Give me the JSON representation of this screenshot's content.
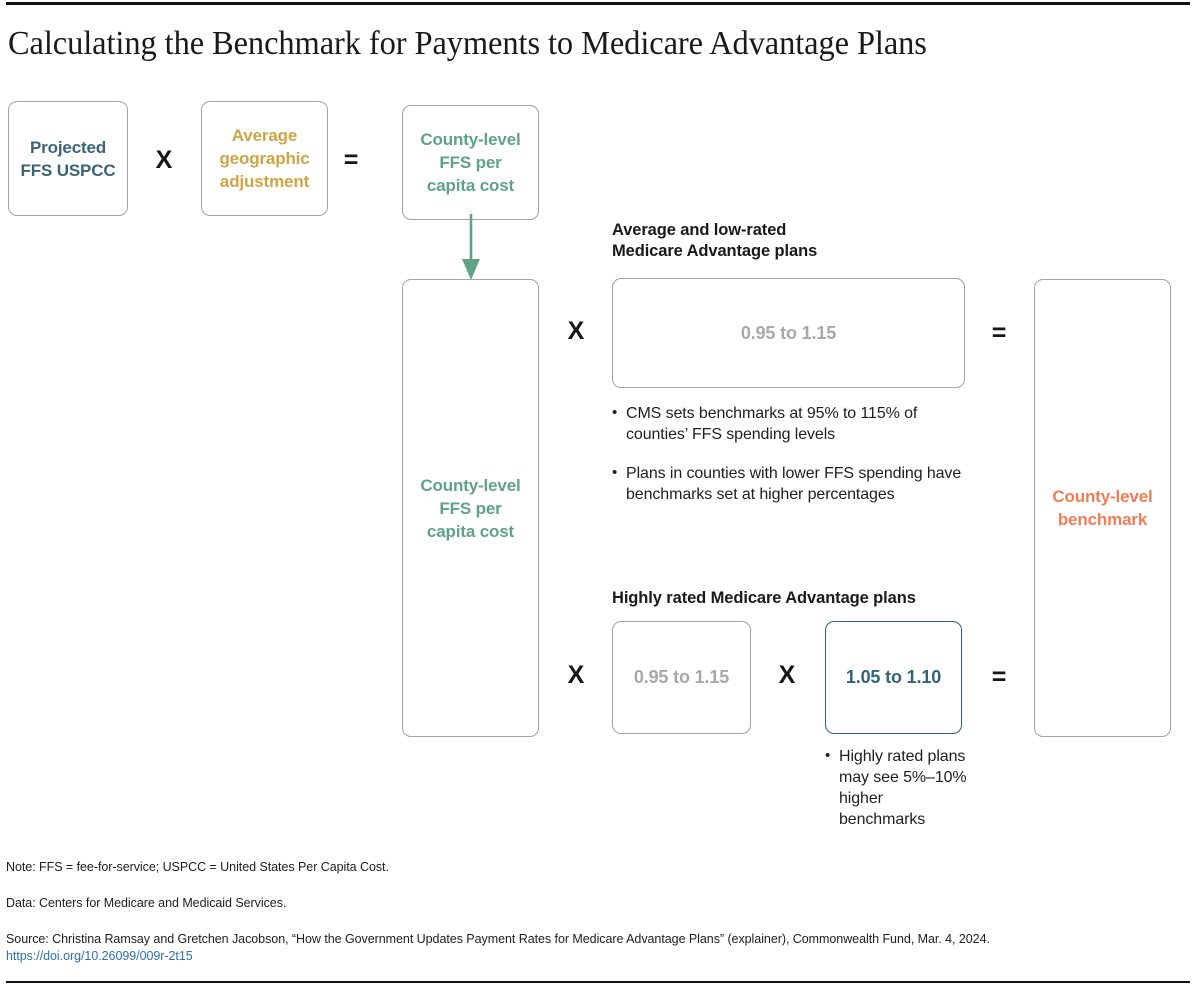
{
  "title": "Calculating the Benchmark for Payments to Medicare Advantage Plans",
  "colors": {
    "blue": "#3a6476",
    "gold": "#cfa445",
    "green": "#5fa387",
    "orange": "#f07d55",
    "grey": "#a8a8a8",
    "teal": "#33627c",
    "border": "#a3a3a3",
    "link": "#2f6fb0"
  },
  "operators": {
    "multiply": "X",
    "equals": "="
  },
  "row1": {
    "box1": "Projected\nFFS USPCC",
    "box1_lines": [
      "Projected",
      "FFS USPCC"
    ],
    "op1": "X",
    "box2_lines": [
      "Average",
      "geographic",
      "adjustment"
    ],
    "op2": "=",
    "box3_lines": [
      "County-level",
      "FFS per",
      "capita cost"
    ]
  },
  "row2": {
    "county_box_lines": [
      "County-level",
      "FFS per",
      "capita cost"
    ],
    "op_multiply_average": "X",
    "op_multiply_highly": "X",
    "op_equals_average": "=",
    "op_equals_highly": "=",
    "benchmark_box_lines": [
      "County-level",
      "benchmark"
    ]
  },
  "average_group": {
    "heading_lines": [
      "Average and low-rated",
      "Medicare Advantage plans"
    ],
    "factor_box": "0.95 to 1.15",
    "bullets": [
      "CMS sets benchmarks at 95% to 115% of counties’ FFS spending levels",
      "Plans in counties with lower FFS spending have benchmarks set at higher percentages"
    ]
  },
  "highly_rated_group": {
    "heading": "Highly rated Medicare Advantage plans",
    "factor_box": "0.95 to 1.15",
    "multiply": "X",
    "bonus_box": "1.05 to 1.10",
    "bullets": [
      "Highly rated plans may see 5%–10% higher benchmarks"
    ]
  },
  "footnotes": {
    "note": "Note: FFS = fee-for-service; USPCC = United States Per Capita Cost.",
    "data": "Data: Centers for Medicare and Medicaid Services.",
    "source": "Source: Christina Ramsay and Gretchen Jacobson, “How the Government Updates Payment Rates for Medicare Advantage Plans” (explainer), Commonwealth Fund, Mar. 4, 2024.",
    "doi": "https://doi.org/10.26099/009r-2t15"
  }
}
